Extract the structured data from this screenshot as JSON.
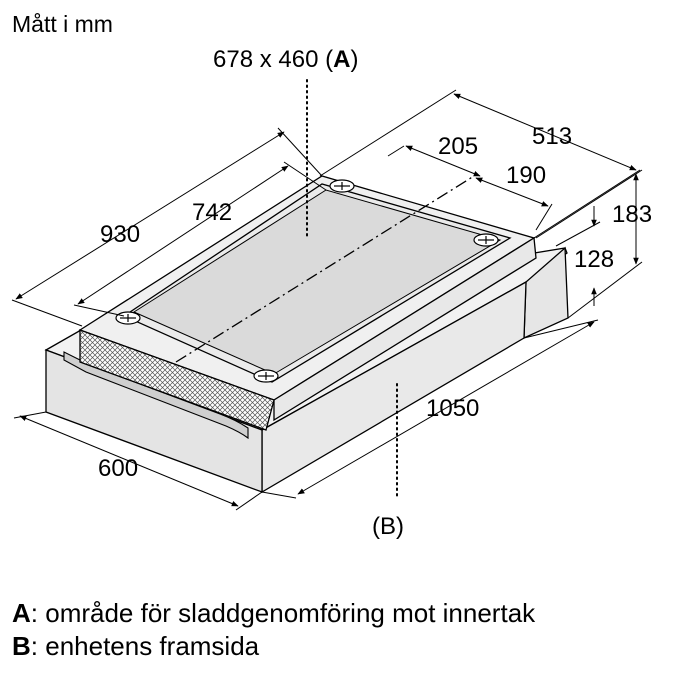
{
  "header": {
    "units": "Mått i mm"
  },
  "labels": {
    "a_label_prefix": "678 x 460 (",
    "a_label_key": "A",
    "a_label_suffix": ")",
    "b_label": "(B)"
  },
  "dimensions": {
    "d513": "513",
    "d205": "205",
    "d190": "190",
    "d183": "183",
    "d128": "128",
    "d930": "930",
    "d742": "742",
    "d1050": "1050",
    "d600": "600"
  },
  "legend": [
    {
      "key": "A",
      "text": ": område för sladdgenomföring mot innertak"
    },
    {
      "key": "B",
      "text": ": enhetens framsida"
    }
  ]
}
